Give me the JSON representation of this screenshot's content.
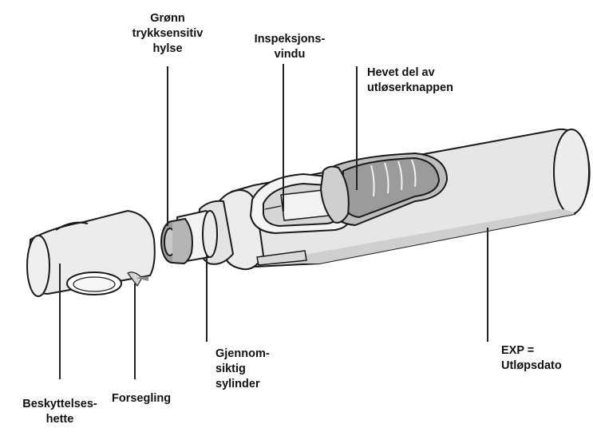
{
  "labels": {
    "green_sleeve": [
      "Grønn",
      "trykksensitiv",
      "hylse"
    ],
    "inspection_window": [
      "Inspeksjons-",
      "vindu"
    ],
    "raised_button": [
      "Hevet del av",
      "utløserknappen"
    ],
    "clear_cylinder": [
      "Gjennom-",
      "siktig",
      "sylinder"
    ],
    "exp": [
      "EXP =",
      "Utløpsdato"
    ],
    "cap": [
      "Beskyttelses-",
      "hette"
    ],
    "seal": [
      "Forsegling"
    ]
  },
  "colors": {
    "outline": "#1a1a1a",
    "body": "#e8e8e8",
    "button": "#9a9a9a",
    "window": "#d0d0d0",
    "leader": "#222222"
  }
}
